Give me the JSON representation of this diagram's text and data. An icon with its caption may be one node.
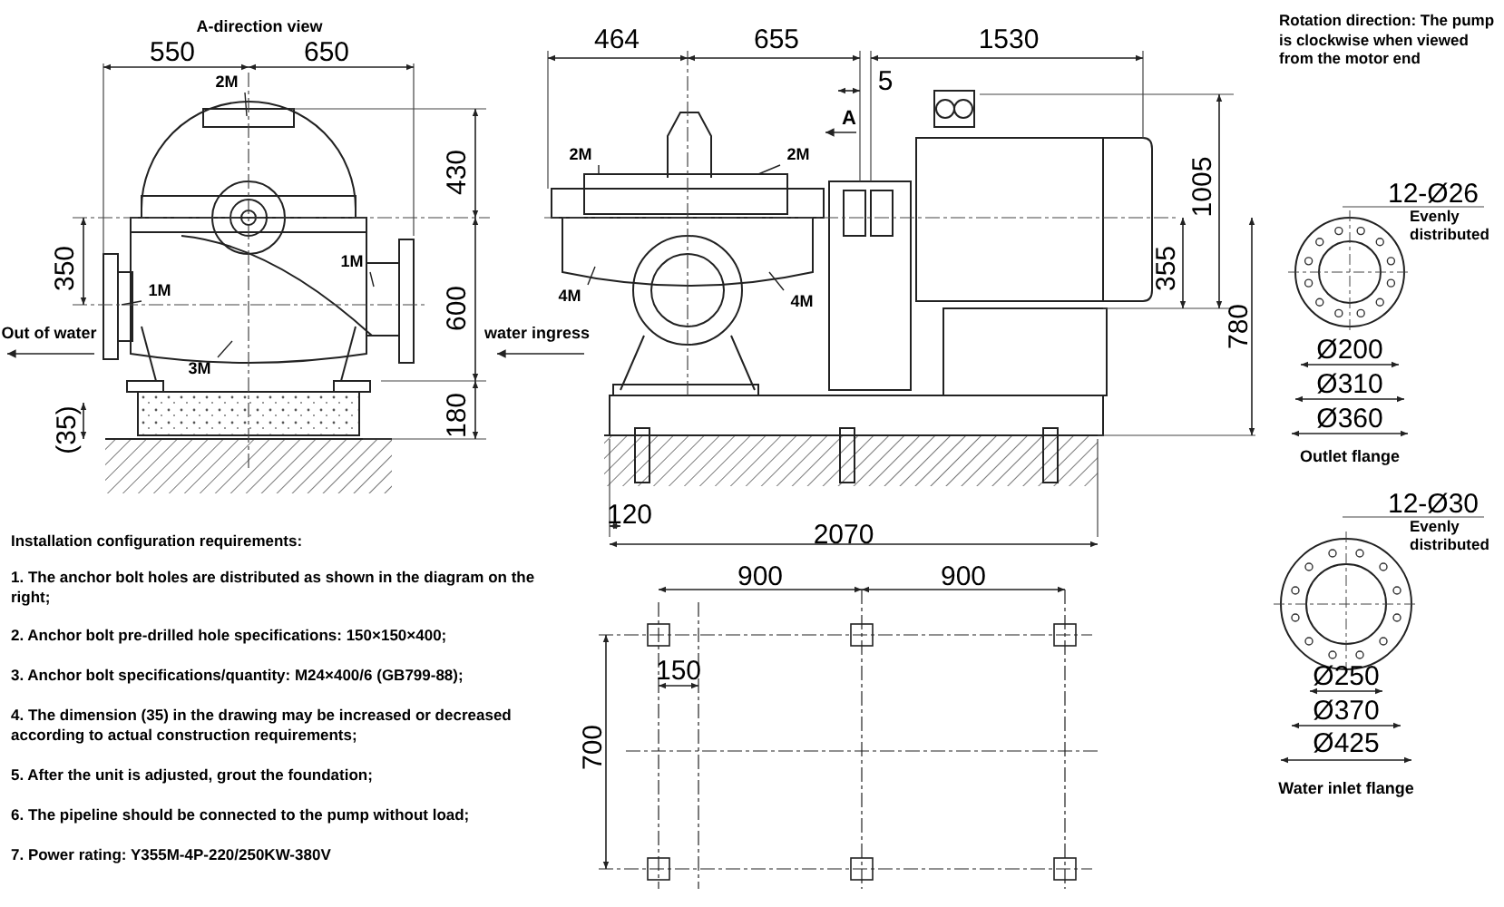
{
  "diagram": {
    "nodes": [
      {
        "text": [
          "2M"
        ]
      },
      {
        "text": [
          "1M"
        ]
      },
      {
        "text": [
          "1M"
        ]
      },
      {
        "text": [
          "3M"
        ]
      },
      {
        "text": [
          "2M"
        ]
      },
      {
        "text": [
          "2M"
        ]
      },
      {
        "text": [
          "4M"
        ]
      },
      {
        "text": [
          "4M"
        ]
      }
    ],
    "edges": [
      {
        "from": 0,
        "to": null,
        "arrow": "none"
      },
      {
        "from": 1,
        "to": null,
        "arrow": "none"
      },
      {
        "from": 2,
        "to": null,
        "arrow": "none"
      },
      {
        "from": 3,
        "to": null,
        "arrow": "none"
      },
      {
        "from": 4,
        "to": null,
        "arrow": "none"
      },
      {
        "from": 5,
        "to": null,
        "arrow": "none"
      },
      {
        "from": 6,
        "to": null,
        "arrow": "none"
      },
      {
        "from": 7,
        "to": null,
        "arrow": "none"
      }
    ],
    "labels": [
      "A-direction view",
      "550",
      "650",
      "430",
      "350",
      "600",
      "(35)",
      "180",
      "Out of water",
      "water ingress",
      "464",
      "655",
      "5",
      "1530",
      "A",
      "1005",
      "355",
      "780",
      "120",
      "2070",
      "Rotation direction: The pump is clockwise when viewed from the motor end",
      "12-Ø26",
      "Evenly distributed",
      "Ø200",
      "Ø310",
      "Ø360",
      "Outlet flange",
      "12-Ø30",
      "Evenly distributed",
      "Ø250",
      "Ø370",
      "Ø425",
      "Water inlet flange",
      "900",
      "900",
      "150",
      "700",
      "Installation configuration requirements:",
      "1. The anchor bolt holes are distributed as shown in the diagram on the right;",
      "2. Anchor bolt pre-drilled hole specifications: 150×150×400;",
      "3. Anchor bolt specifications/quantity: M24×400/6 (GB799-88);",
      "4. The dimension (35) in the drawing may be increased or decreased according to actual construction requirements;",
      "5. After the unit is adjusted, grout the foundation;",
      "6. The pipeline should be connected to the pump without load;",
      "7. Power rating: Y355M-4P-220/250KW-380V"
    ]
  }
}
